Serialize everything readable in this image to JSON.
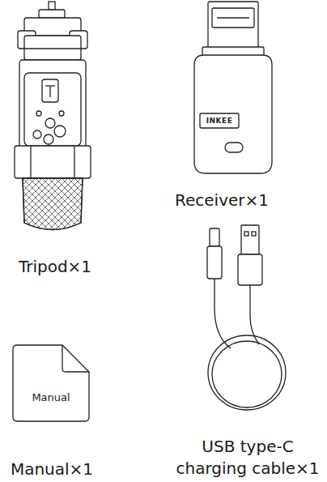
{
  "diagram": {
    "nodes": [
      {
        "text": [
          "Manual"
        ]
      }
    ],
    "labels": [
      "INKEE",
      "Tripod×1",
      "Receiver×1",
      "USB type-C charging cable×1",
      "Manual×1"
    ]
  }
}
